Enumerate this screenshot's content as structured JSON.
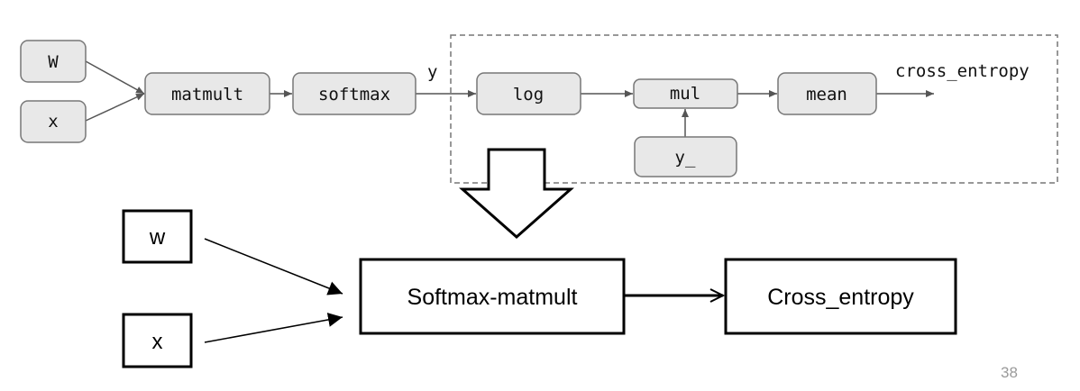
{
  "top_graph": {
    "inputs": {
      "w": "W",
      "x": "x",
      "y_": "y_"
    },
    "ops": {
      "matmult": "matmult",
      "softmax": "softmax",
      "log": "log",
      "mul": "mul",
      "mean": "mean"
    },
    "edge_labels": {
      "y": "y",
      "output": "cross_entropy"
    }
  },
  "fused_graph": {
    "inputs": {
      "w": "w",
      "x": "x"
    },
    "nodes": {
      "softmax_matmult": "Softmax-matmult",
      "cross_entropy": "Cross_entropy"
    }
  },
  "page_number": "38",
  "colors": {
    "op_fill": "#e8e8e8",
    "op_stroke": "#777777",
    "edge": "#555555",
    "dashed_group": "#777777",
    "fused_stroke": "#000000"
  }
}
